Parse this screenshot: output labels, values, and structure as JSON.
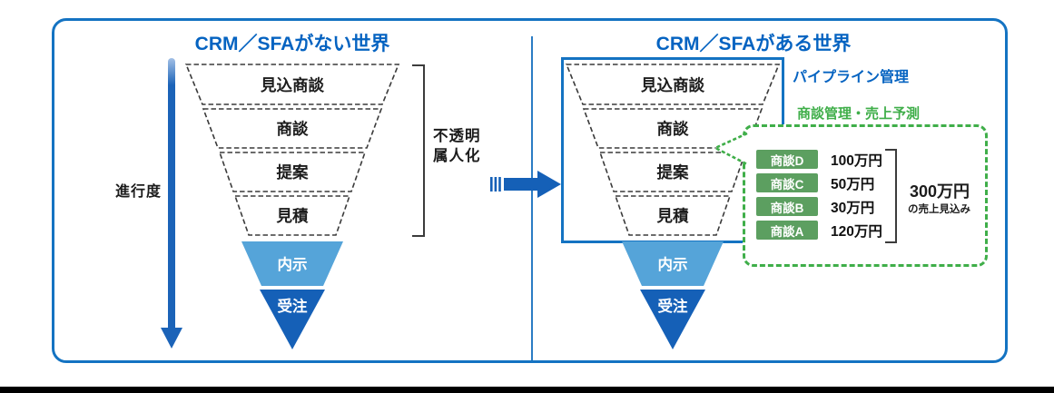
{
  "colors": {
    "frame_blue": "#1473c2",
    "title_blue": "#0563c1",
    "dark_blue": "#1560b7",
    "light_blue": "#55a4d9",
    "green_accent": "#3fae49",
    "green_fill": "#5c9f60",
    "bottom_bar": "#000000"
  },
  "funnel": {
    "stages": [
      "見込商談",
      "商談",
      "提案",
      "見積",
      "内示",
      "受注"
    ]
  },
  "left_panel": {
    "title": "CRM／SFAがない世界",
    "progress_label": "進行度",
    "bracket_lines": [
      "不透明",
      "属人化"
    ]
  },
  "right_panel": {
    "title": "CRM／SFAがある世界",
    "pipeline_label": "パイプライン管理",
    "forecast_label": "商談管理・売上予測",
    "deal_table": {
      "rows": [
        {
          "name": "商談D",
          "amount": "100万円"
        },
        {
          "name": "商談C",
          "amount": "50万円"
        },
        {
          "name": "商談B",
          "amount": "30万円"
        },
        {
          "name": "商談A",
          "amount": "120万円"
        }
      ],
      "total": "300万円",
      "total_note": "の売上見込み"
    }
  }
}
